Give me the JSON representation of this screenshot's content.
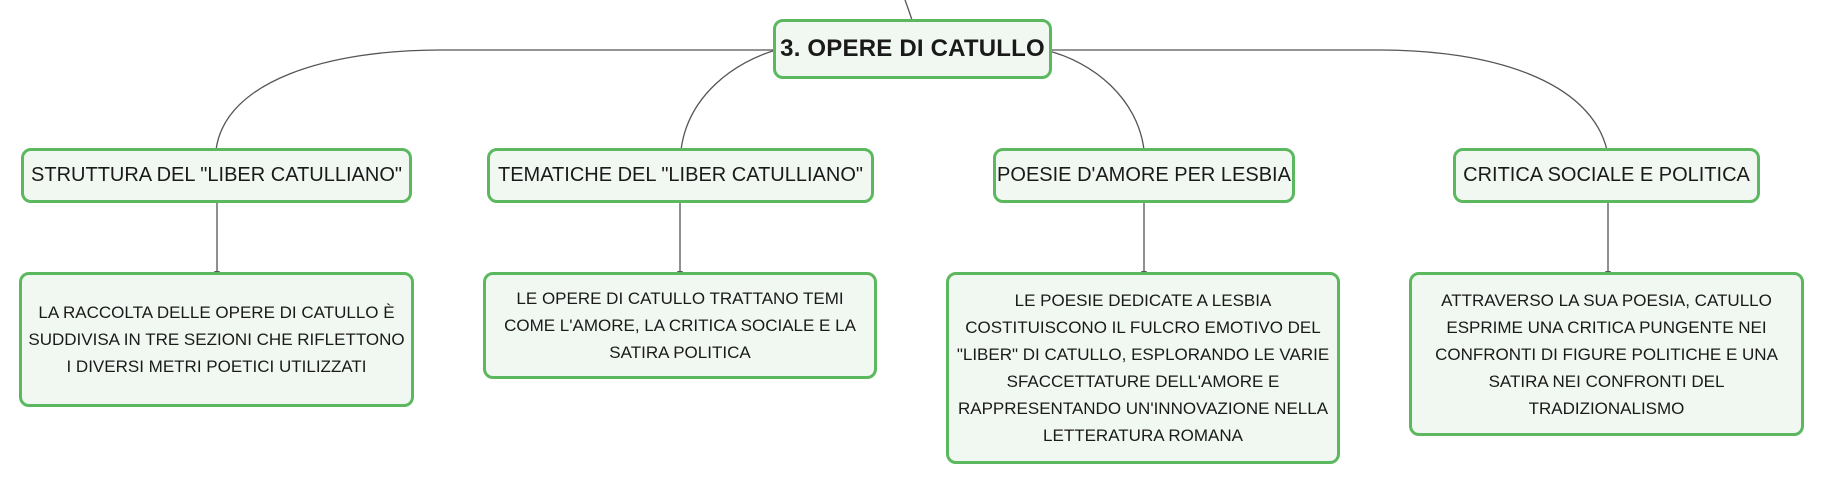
{
  "root": {
    "title": "3. OPERE DI CATULLO"
  },
  "branches": [
    {
      "label": "STRUTTURA DEL \"LIBER CATULLIANO\"",
      "detail": "LA RACCOLTA DELLE OPERE DI CATULLO È SUDDIVISA IN TRE SEZIONI CHE RIFLETTONO I DIVERSI METRI POETICI UTILIZZATI"
    },
    {
      "label": "TEMATICHE DEL \"LIBER CATULLIANO\"",
      "detail": "LE OPERE DI CATULLO TRATTANO TEMI COME L'AMORE, LA CRITICA SOCIALE E LA SATIRA POLITICA"
    },
    {
      "label": "POESIE D'AMORE PER LESBIA",
      "detail": "LE POESIE DEDICATE A LESBIA COSTITUISCONO IL FULCRO EMOTIVO DEL \"LIBER\" DI CATULLO, ESPLORANDO LE VARIE SFACCETTATURE DELL'AMORE E RAPPRESENTANDO UN'INNOVAZIONE NELLA LETTERATURA ROMANA"
    },
    {
      "label": "CRITICA SOCIALE E POLITICA",
      "detail": "ATTRAVERSO LA SUA POESIA, CATULLO ESPRIME UNA CRITICA PUNGENTE NEI CONFRONTI DI FIGURE POLITICHE E UNA SATIRA NEI CONFRONTI DEL TRADIZIONALISMO"
    }
  ],
  "colors": {
    "border": "#5cb85f",
    "fill": "#f1f8f1",
    "line": "#555555"
  }
}
